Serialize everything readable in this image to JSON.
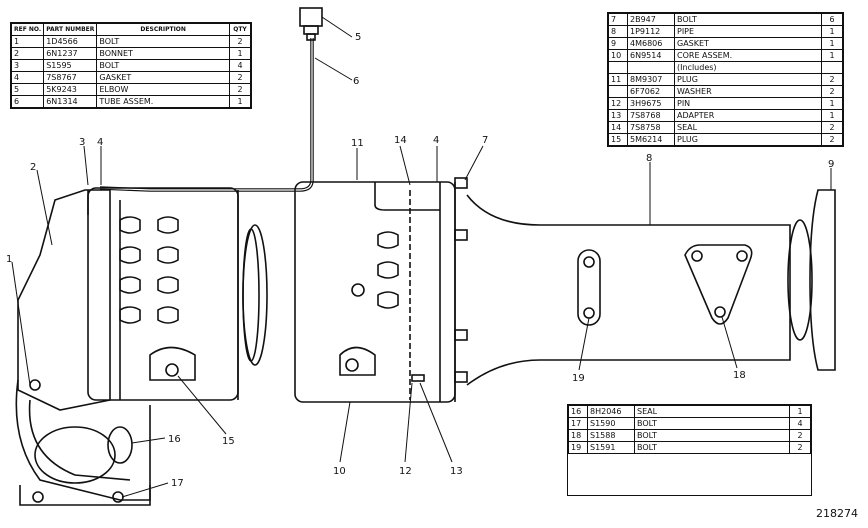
{
  "table_top_left": {
    "headers": {
      "ref": "REF NO.",
      "part": "PART NUMBER",
      "desc": "DESCRIPTION",
      "qty": "QTY"
    },
    "rows": [
      {
        "ref": "1",
        "part": "1D4566",
        "desc": "BOLT",
        "qty": "2"
      },
      {
        "ref": "2",
        "part": "6N1237",
        "desc": "BONNET",
        "qty": "1"
      },
      {
        "ref": "3",
        "part": "S1595",
        "desc": "BOLT",
        "qty": "4"
      },
      {
        "ref": "4",
        "part": "7S8767",
        "desc": "GASKET",
        "qty": "2"
      },
      {
        "ref": "5",
        "part": "5K9243",
        "desc": "ELBOW",
        "qty": "2"
      },
      {
        "ref": "6",
        "part": "6N1314",
        "desc": "TUBE ASSEM.",
        "qty": "1"
      }
    ]
  },
  "table_top_right": {
    "rows": [
      {
        "ref": "7",
        "part": "2B947",
        "desc": "BOLT",
        "qty": "6"
      },
      {
        "ref": "8",
        "part": "1P9112",
        "desc": "PIPE",
        "qty": "1"
      },
      {
        "ref": "9",
        "part": "4M6806",
        "desc": "GASKET",
        "qty": "1"
      },
      {
        "ref": "10",
        "part": "6N9514",
        "desc": "CORE ASSEM.",
        "qty": "1"
      },
      {
        "ref": "",
        "part": "",
        "desc": "(Includes)",
        "qty": ""
      },
      {
        "ref": "11",
        "part": "8M9307",
        "desc": "PLUG",
        "qty": "2"
      },
      {
        "ref": "",
        "part": "6F7062",
        "desc": "WASHER",
        "qty": "2"
      },
      {
        "ref": "12",
        "part": "3H9675",
        "desc": "PIN",
        "qty": "1"
      },
      {
        "ref": "13",
        "part": "7S8768",
        "desc": "ADAPTER",
        "qty": "1"
      },
      {
        "ref": "14",
        "part": "7S8758",
        "desc": "SEAL",
        "qty": "2"
      },
      {
        "ref": "15",
        "part": "5M6214",
        "desc": "PLUG",
        "qty": "2"
      }
    ]
  },
  "table_bottom_right": {
    "rows": [
      {
        "ref": "16",
        "part": "8H2046",
        "desc": "SEAL",
        "qty": "1"
      },
      {
        "ref": "17",
        "part": "S1590",
        "desc": "BOLT",
        "qty": "4"
      },
      {
        "ref": "18",
        "part": "S1588",
        "desc": "BOLT",
        "qty": "2"
      },
      {
        "ref": "19",
        "part": "S1591",
        "desc": "BOLT",
        "qty": "2"
      }
    ]
  },
  "callouts": [
    "1",
    "2",
    "3",
    "4",
    "5",
    "6",
    "11",
    "14",
    "4",
    "7",
    "8",
    "9",
    "19",
    "18",
    "16",
    "15",
    "17",
    "10",
    "12",
    "13"
  ],
  "drawing_number": "218274"
}
